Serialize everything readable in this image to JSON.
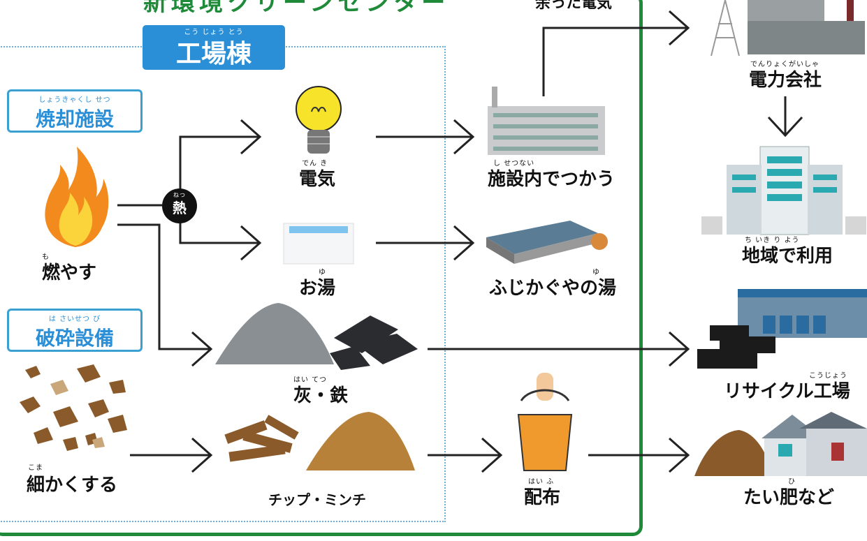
{
  "header": {
    "title": "新環境クリーンセンター"
  },
  "factory": {
    "ruby": "こう じょう とう",
    "label": "工場棟"
  },
  "incineration": {
    "ruby": "しょうきゃくし せつ",
    "label": "焼却施設"
  },
  "crushing": {
    "ruby": "は さいせつ び",
    "label": "破砕設備"
  },
  "burn": {
    "ruby": "も",
    "label": "燃やす"
  },
  "shred": {
    "ruby": "こま",
    "label": "細かくする"
  },
  "heat": {
    "ruby": "ねつ",
    "label": "熱"
  },
  "electricity": {
    "ruby": "でん き",
    "label": "電気"
  },
  "hot_water": {
    "ruby": "ゆ",
    "label": "お湯"
  },
  "ash_iron": {
    "ruby": "はい てつ",
    "label": "灰・鉄"
  },
  "chip": {
    "label": "チップ・ミンチ"
  },
  "use_in_facility": {
    "ruby": "し せつない",
    "label": "施設内でつかう"
  },
  "fujikaguya": {
    "ruby": "ゆ",
    "label": "ふじかぐやの湯"
  },
  "distribution": {
    "ruby": "はい ふ",
    "label": "配布"
  },
  "surplus": {
    "label": "余った電気"
  },
  "power_company": {
    "ruby": "でんりょくがいしゃ",
    "label": "電力会社"
  },
  "local_use": {
    "ruby": "ち いき り よう",
    "label": "地域で利用"
  },
  "recycle": {
    "ruby": "こうじょう",
    "label": "リサイクル工場"
  },
  "compost": {
    "ruby": "ひ",
    "label": "たい肥など"
  },
  "colors": {
    "border_green": "#1f8a3a",
    "accent_blue": "#2a8fd6",
    "dotted": "#6aaede"
  }
}
